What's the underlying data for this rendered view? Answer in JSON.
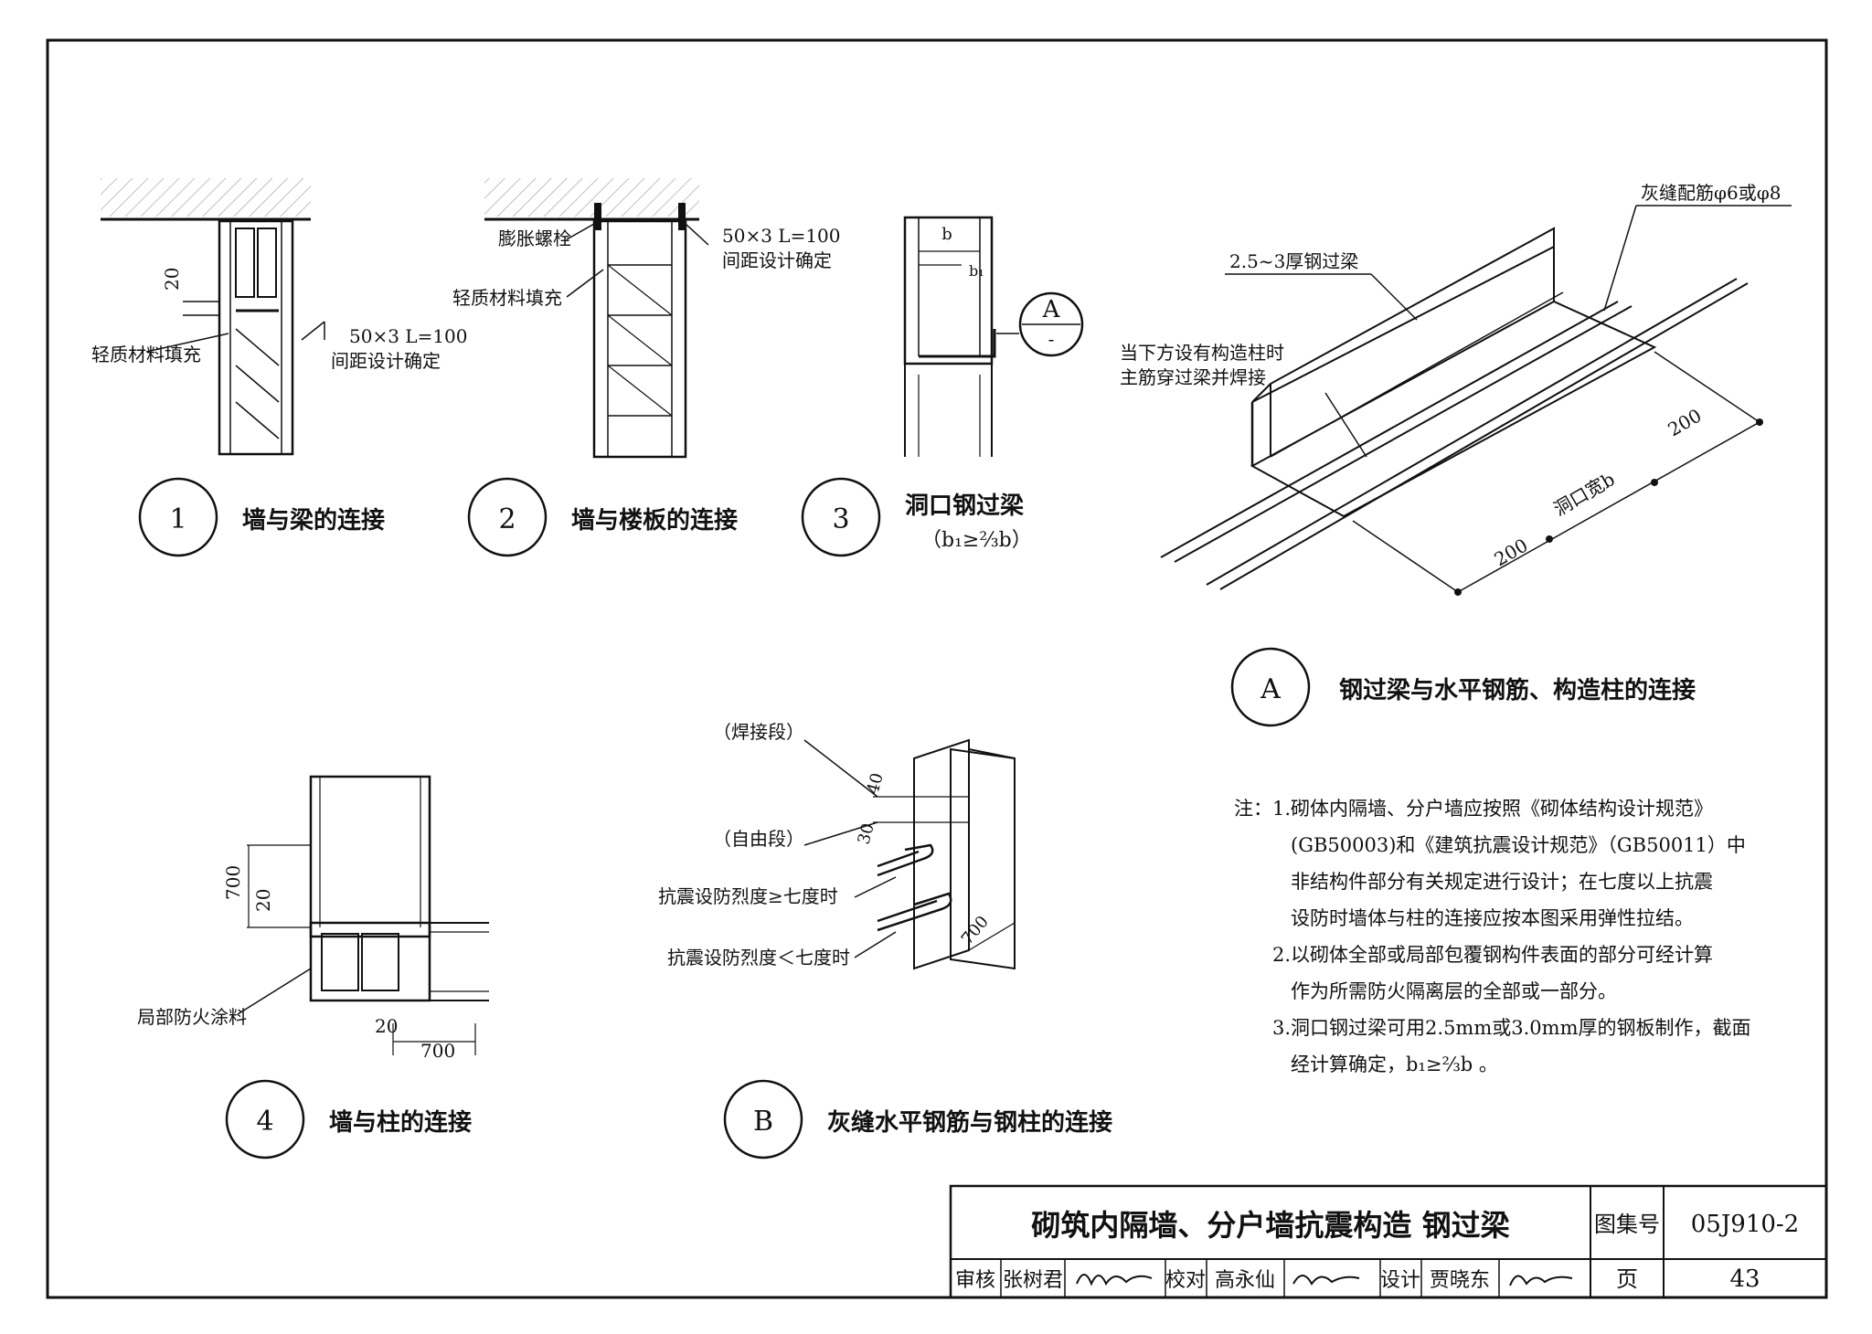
{
  "title_block": {
    "title": "砌筑内隔墙、分户墙抗震构造 钢过梁",
    "atlas_label": "图集号",
    "atlas_no": "05J910-2",
    "page_label": "页",
    "page_no": "43",
    "review_label": "审核",
    "reviewer": "张树君",
    "check_label": "校对",
    "checker": "高永仙",
    "design_label": "设计",
    "designer": "贾晓东"
  },
  "details": [
    {
      "id": "1",
      "caption": "墙与梁的连接"
    },
    {
      "id": "2",
      "caption": "墙与楼板的连接"
    },
    {
      "id": "3",
      "caption": "洞口钢过梁",
      "sub": "（b₁≥⅔b）"
    },
    {
      "id": "4",
      "caption": "墙与柱的连接"
    },
    {
      "id": "A",
      "caption": "钢过梁与水平钢筋、构造柱的连接"
    },
    {
      "id": "B",
      "caption": "灰缝水平钢筋与钢柱的连接"
    }
  ],
  "labels": {
    "d1_angle": "50×3 L=100",
    "d1_spacing": "间距设计确定",
    "d1_fill": "轻质材料填充",
    "d1_dim": "20",
    "d2_bolt": "膨胀螺栓",
    "d2_angle": "50×3 L=100",
    "d2_spacing": "间距设计确定",
    "d2_fill": "轻质材料填充",
    "d3_b": "b",
    "d3_b1": "b₁",
    "d3_ref": "A",
    "d3_ref_sub": "-",
    "da_steel": "2.5~3厚钢过梁",
    "da_bar": "灰缝配筋φ6或φ8",
    "da_note1": "当下方设有构造柱时",
    "da_note2": "主筋穿过梁并焊接",
    "da_dim200a": "200",
    "da_dim200b": "200",
    "da_width": "洞口宽b",
    "d4_dim700a": "700",
    "d4_dim20a": "20",
    "d4_dim20b": "20",
    "d4_dim700b": "700",
    "d4_fire": "局部防火涂料",
    "db_weld": "（焊接段）",
    "db_free": "（自由段）",
    "db_dim40": "40",
    "db_dim30": "30",
    "db_ge7": "抗震设防烈度≥七度时",
    "db_lt7": "抗震设防烈度＜七度时",
    "db_dim700": "700"
  },
  "notes": {
    "head": "注：",
    "lines": [
      "1.砌体内隔墙、分户墙应按照《砌体结构设计规范》",
      "(GB50003)和《建筑抗震设计规范》（GB50011）中",
      "非结构件部分有关规定进行设计；在七度以上抗震",
      "设防时墙体与柱的连接应按本图采用弹性拉结。",
      "2.以砌体全部或局部包覆钢构件表面的部分可经计算",
      "作为所需防火隔离层的全部或一部分。",
      "3.洞口钢过梁可用2.5mm或3.0mm厚的钢板制作，截面",
      "经计算确定，b₁≥⅔b 。"
    ]
  }
}
